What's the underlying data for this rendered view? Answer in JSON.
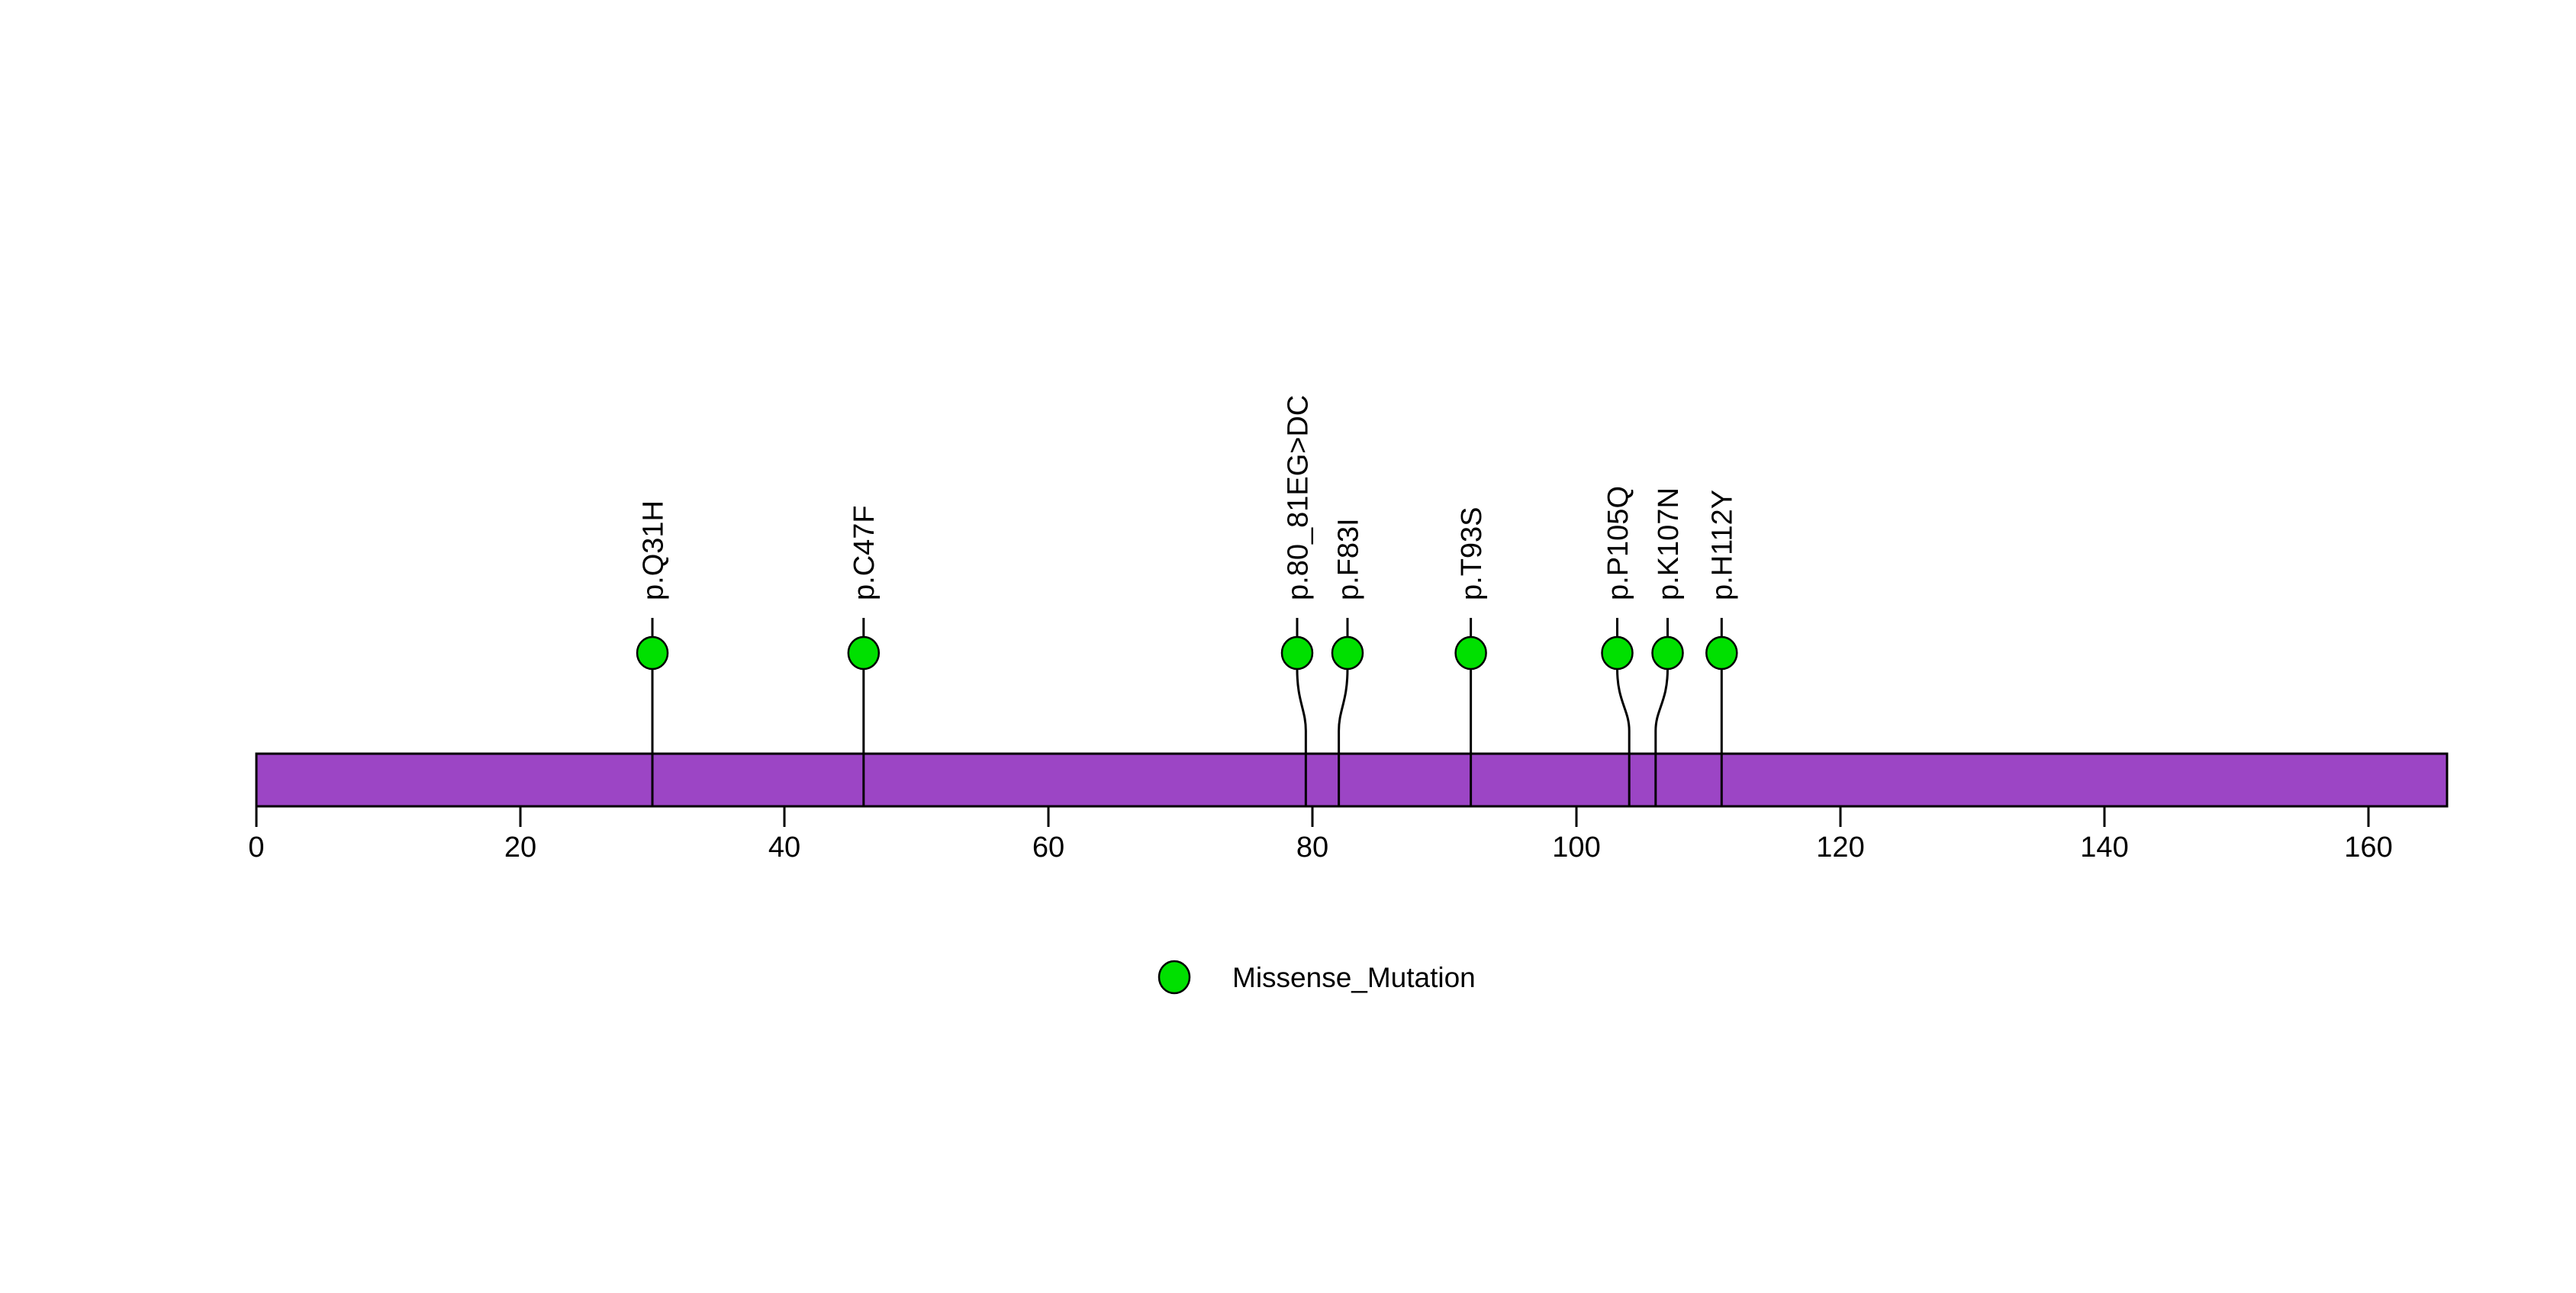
{
  "chart_data": {
    "type": "lollipop",
    "description": "Protein lollipop mutation plot",
    "gene_track": {
      "xlim": [
        0,
        166
      ],
      "axis_ticks": [
        0,
        20,
        40,
        60,
        80,
        100,
        120,
        140,
        160
      ],
      "bar_color": "#9C45C5",
      "bar_border_color": "#000000"
    },
    "mutations": [
      {
        "label": "p.Q31H",
        "position": 31,
        "type": "Missense_Mutation"
      },
      {
        "label": "p.C47F",
        "position": 47,
        "type": "Missense_Mutation"
      },
      {
        "label": "p.80_81EG>DC",
        "position": 80.5,
        "type": "Missense_Mutation"
      },
      {
        "label": "p.F83I",
        "position": 83,
        "type": "Missense_Mutation"
      },
      {
        "label": "p.T93S",
        "position": 93,
        "type": "Missense_Mutation"
      },
      {
        "label": "p.P105Q",
        "position": 105,
        "type": "Missense_Mutation"
      },
      {
        "label": "p.K107N",
        "position": 107,
        "type": "Missense_Mutation"
      },
      {
        "label": "p.H112Y",
        "position": 112,
        "type": "Missense_Mutation"
      }
    ],
    "marker_color": "#00E000",
    "marker_border_color": "#000000",
    "legend": [
      {
        "label": "Missense_Mutation",
        "color": "#00E000"
      }
    ]
  }
}
